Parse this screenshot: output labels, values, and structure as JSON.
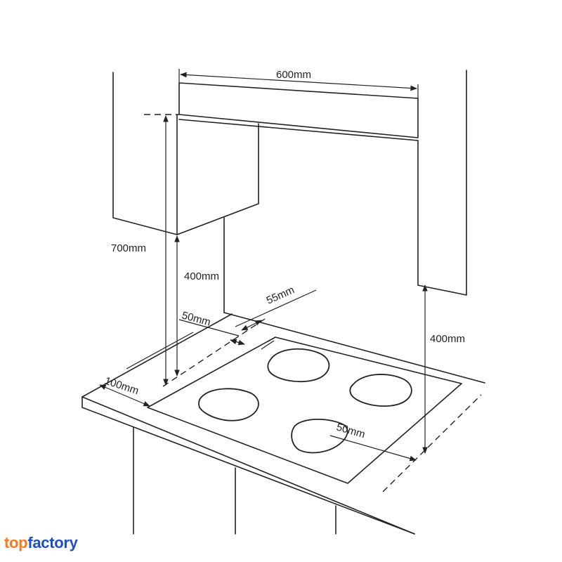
{
  "dimensions": {
    "hood_width": "600mm",
    "cooktop_to_upper_cabinet": "700mm",
    "cooktop_to_hood": "400mm",
    "side_clearance": "400mm",
    "back_wall_gap": "55mm",
    "back_edge_gap": "50mm",
    "front_edge_gap": "100mm",
    "side_edge_gap": "50mm"
  },
  "brand": {
    "part1": "top",
    "part2": "factory",
    "color_top": "#f47b20",
    "color_factory": "#1f4fbf"
  }
}
